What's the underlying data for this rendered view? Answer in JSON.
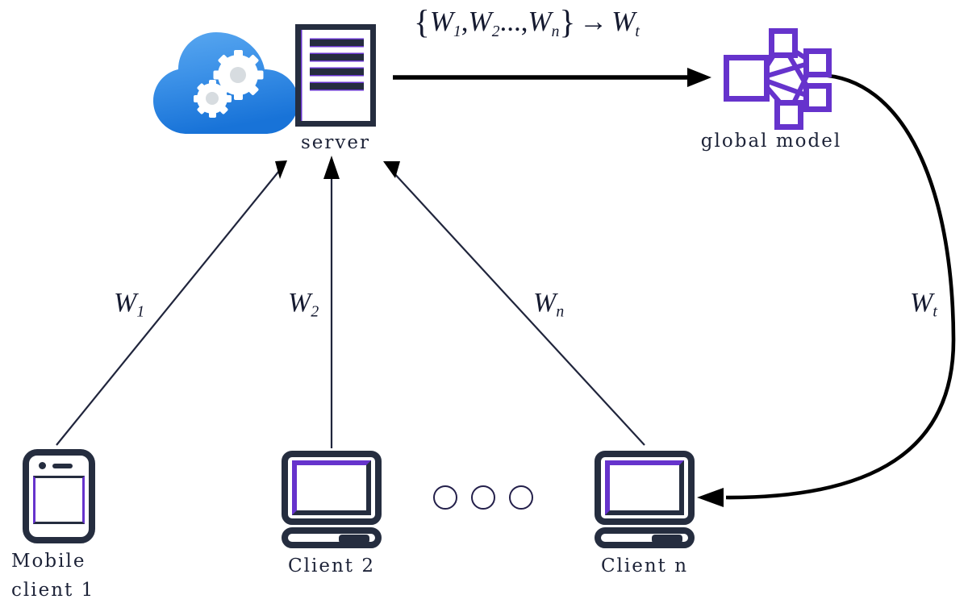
{
  "figure": {
    "type": "federated-learning-architecture-diagram",
    "background_color": "#ffffff",
    "colors": {
      "ink": "#1d2338",
      "device_dark": "#252d3f",
      "accent_purple": "#6633cc",
      "cloud_blue_light": "#4a9be8",
      "cloud_blue_dark": "#1f7fe0",
      "arrow_black": "#000000"
    }
  },
  "formula": {
    "full_text": "{W1, W2, ..., Wn} -> Wt",
    "open_brace": "{",
    "w": "W",
    "sub_1": "1",
    "comma": ",",
    "sub_2": "2",
    "ellipsis": "...,",
    "sub_n": "n",
    "close_brace": "}",
    "arrow": "→",
    "result_sub": "t"
  },
  "nodes": {
    "cloud": {
      "name": "cloud-gears-icon"
    },
    "server": {
      "label": "server",
      "line_count": 4
    },
    "global_model": {
      "label": "global model",
      "unit_count": 5
    },
    "mobile_client": {
      "label": "Mobile\nclient 1"
    },
    "client_2": {
      "label": "Client 2"
    },
    "client_n": {
      "label": "Client n"
    },
    "ellipsis_dots": {
      "count": 3
    }
  },
  "edges": [
    {
      "name": "mobile-to-server",
      "label_base": "W",
      "label_sub": "1",
      "direction": "up-right",
      "style": "thin"
    },
    {
      "name": "client2-to-server",
      "label_base": "W",
      "label_sub": "2",
      "direction": "up",
      "style": "thin"
    },
    {
      "name": "clientn-to-server",
      "label_base": "W",
      "label_sub": "n",
      "direction": "up-left",
      "style": "thin"
    },
    {
      "name": "server-to-global-model",
      "direction": "right",
      "style": "thick"
    },
    {
      "name": "global-model-to-clientn",
      "label_base": "W",
      "label_sub": "t",
      "direction": "curved-down-left",
      "style": "thick"
    }
  ]
}
